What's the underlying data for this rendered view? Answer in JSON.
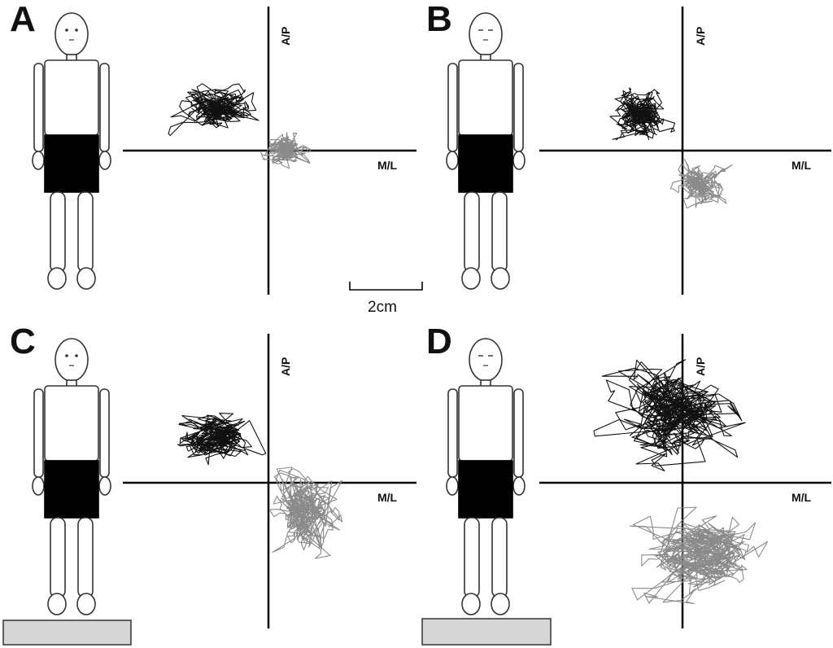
{
  "panels": [
    {
      "letter": "A",
      "ap_label": "A/P",
      "ml_label": "M/L",
      "platform": false
    },
    {
      "letter": "B",
      "ap_label": "A/P",
      "ml_label": "M/L",
      "platform": false
    },
    {
      "letter": "C",
      "ap_label": "A/P",
      "ml_label": "M/L",
      "platform": true
    },
    {
      "letter": "D",
      "ap_label": "A/P",
      "ml_label": "M/L",
      "platform": true
    }
  ],
  "scale_bar": {
    "label": "2cm"
  },
  "colors": {
    "upper_trace": "#111111",
    "lower_trace": "#8a8a8a",
    "platform": "#d6d6d6"
  }
}
